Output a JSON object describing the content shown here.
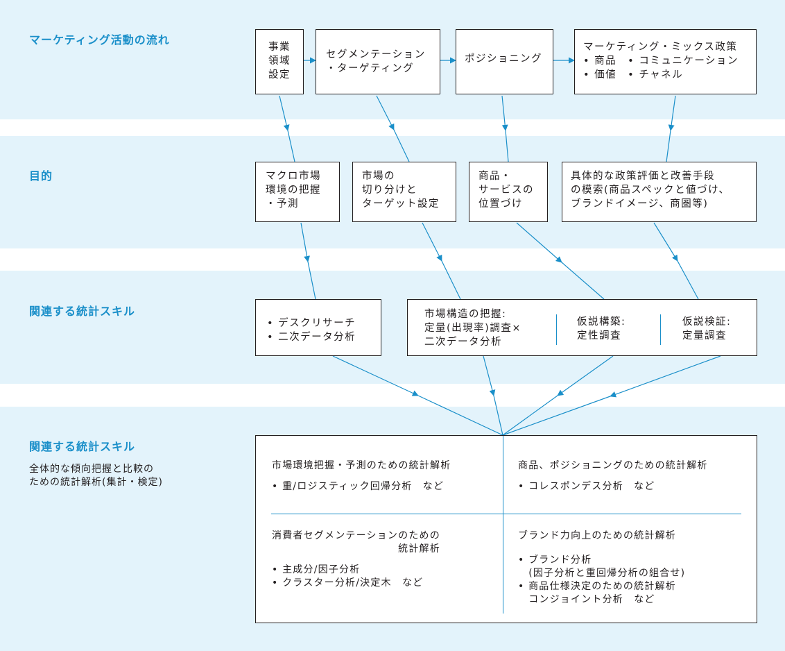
{
  "sections": {
    "flow": {
      "title": "マーケティング活動の流れ"
    },
    "purpose": {
      "title": "目的"
    },
    "skills": {
      "title": "関連する統計スキル"
    },
    "analysis": {
      "title": "関連する統計スキル",
      "desc": [
        "全体的な傾向把握と比較の",
        "ための統計解析(集計・検定)"
      ]
    }
  },
  "flow_boxes": [
    {
      "lines": [
        "事業",
        "領域",
        "設定"
      ]
    },
    {
      "lines": [
        "セグメンテーション",
        "・ターゲティング"
      ]
    },
    {
      "lines": [
        "ポジショニング"
      ]
    },
    {
      "lines": [
        "マーケティング・ミックス政策",
        "• 商品　• コミュニケーション",
        "• 価値　• チャネル"
      ]
    }
  ],
  "purpose_boxes": [
    {
      "lines": [
        "マクロ市場",
        "環境の把握",
        "・予測"
      ]
    },
    {
      "lines": [
        "市場の",
        "切り分けと",
        "ターゲット設定"
      ]
    },
    {
      "lines": [
        "商品・",
        "サービスの",
        "位置づけ"
      ]
    },
    {
      "lines": [
        "具体的な政策評価と改善手段",
        "の模索(商品スペックと値づけ、",
        "ブランドイメージ、商圏等)"
      ]
    }
  ],
  "skill_boxes": {
    "left": {
      "lines": [
        "• デスクリサーチ",
        "• 二次データ分析"
      ]
    },
    "right": {
      "col1": [
        "市場構造の把握:",
        "定量(出現率)調査×",
        "二次データ分析"
      ],
      "col2": [
        "仮説構築:",
        "定性調査"
      ],
      "col3": [
        "仮説検証:",
        "定量調査"
      ]
    }
  },
  "analysis_box": {
    "top_left": {
      "heading": "市場環境把握・予測のための統計解析",
      "bullets": [
        "• 重/ロジスティック回帰分析　など"
      ]
    },
    "top_right": {
      "heading": "商品、ポジショニングのための統計解析",
      "bullets": [
        "• コレスポンデス分析　など"
      ]
    },
    "bottom_left": {
      "heading": [
        "消費者セグメンテーションのための",
        "統計解析"
      ],
      "bullets": [
        "• 主成分/因子分析",
        "• クラスター分析/決定木　など"
      ]
    },
    "bottom_right": {
      "heading": "ブランド力向上のための統計解析",
      "bullets": [
        "• ブランド分析",
        "　(因子分析と重回帰分析の組合せ)",
        "• 商品仕様決定のための統計解析",
        "　コンジョイント分析　など"
      ]
    }
  },
  "colors": {
    "accent": "#1a8fc9",
    "band": "#e3f3fb",
    "text": "#231f20"
  }
}
